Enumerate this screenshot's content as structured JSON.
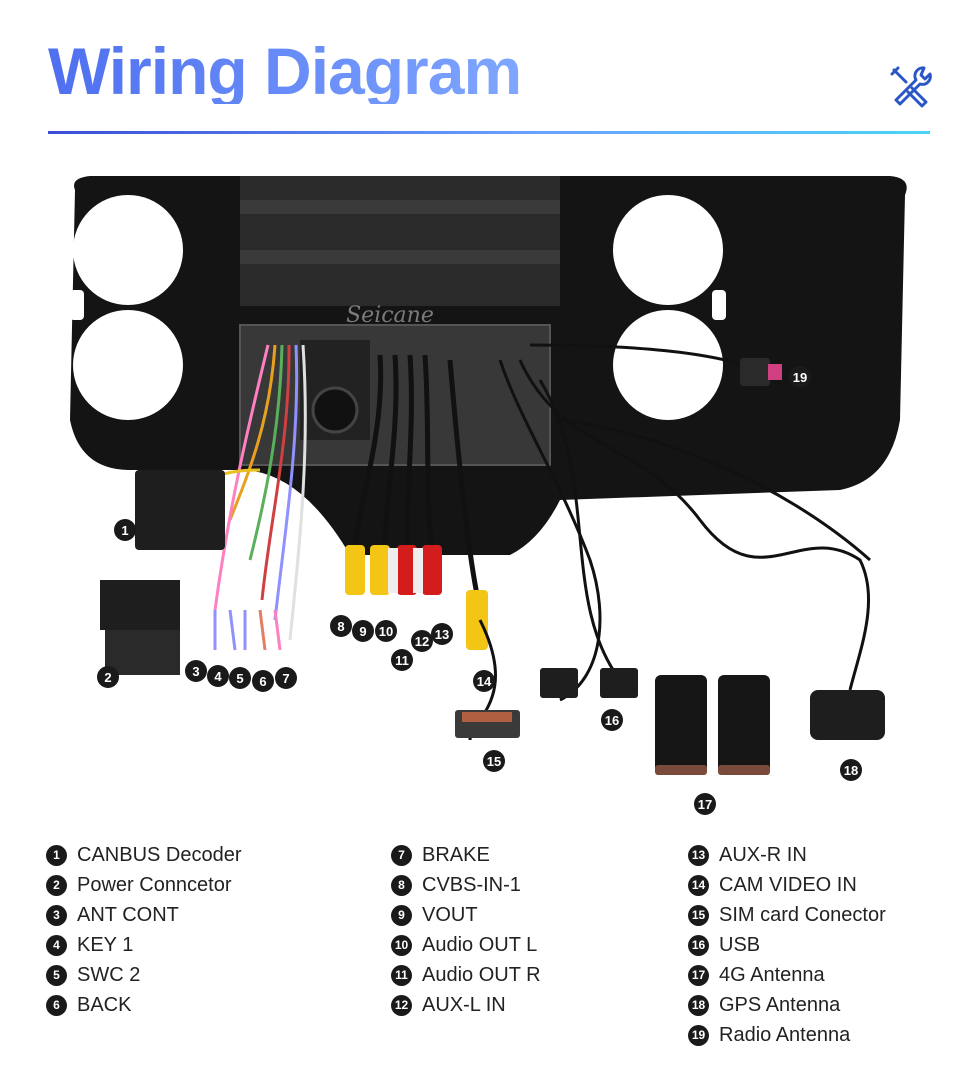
{
  "header": {
    "title": "Wiring Diagram",
    "icon": "tools-icon",
    "accent_color": "#5b86f3"
  },
  "photo": {
    "brand_watermark": "Seicane",
    "callout_numbers": [
      "1",
      "2",
      "3",
      "4",
      "5",
      "6",
      "7",
      "8",
      "9",
      "10",
      "11",
      "12",
      "13",
      "14",
      "15",
      "16",
      "17",
      "18",
      "19"
    ]
  },
  "legend": {
    "column1": [
      {
        "num": "1",
        "label": "CANBUS Decoder"
      },
      {
        "num": "2",
        "label": "Power Conncetor"
      },
      {
        "num": "3",
        "label": "ANT CONT"
      },
      {
        "num": "4",
        "label": "KEY 1"
      },
      {
        "num": "5",
        "label": "SWC 2"
      },
      {
        "num": "6",
        "label": "BACK"
      }
    ],
    "column2": [
      {
        "num": "7",
        "label": "BRAKE"
      },
      {
        "num": "8",
        "label": "CVBS-IN-1"
      },
      {
        "num": "9",
        "label": "VOUT"
      },
      {
        "num": "10",
        "label": "Audio OUT L"
      },
      {
        "num": "11",
        "label": "Audio OUT R"
      },
      {
        "num": "12",
        "label": "AUX-L IN"
      }
    ],
    "column3": [
      {
        "num": "13",
        "label": "AUX-R IN"
      },
      {
        "num": "14",
        "label": "CAM VIDEO IN"
      },
      {
        "num": "15",
        "label": "SIM card Conector"
      },
      {
        "num": "16",
        "label": "USB"
      },
      {
        "num": "17",
        "label": "4G Antenna"
      },
      {
        "num": "18",
        "label": "GPS Antenna"
      },
      {
        "num": "19",
        "label": "Radio Antenna"
      }
    ]
  }
}
